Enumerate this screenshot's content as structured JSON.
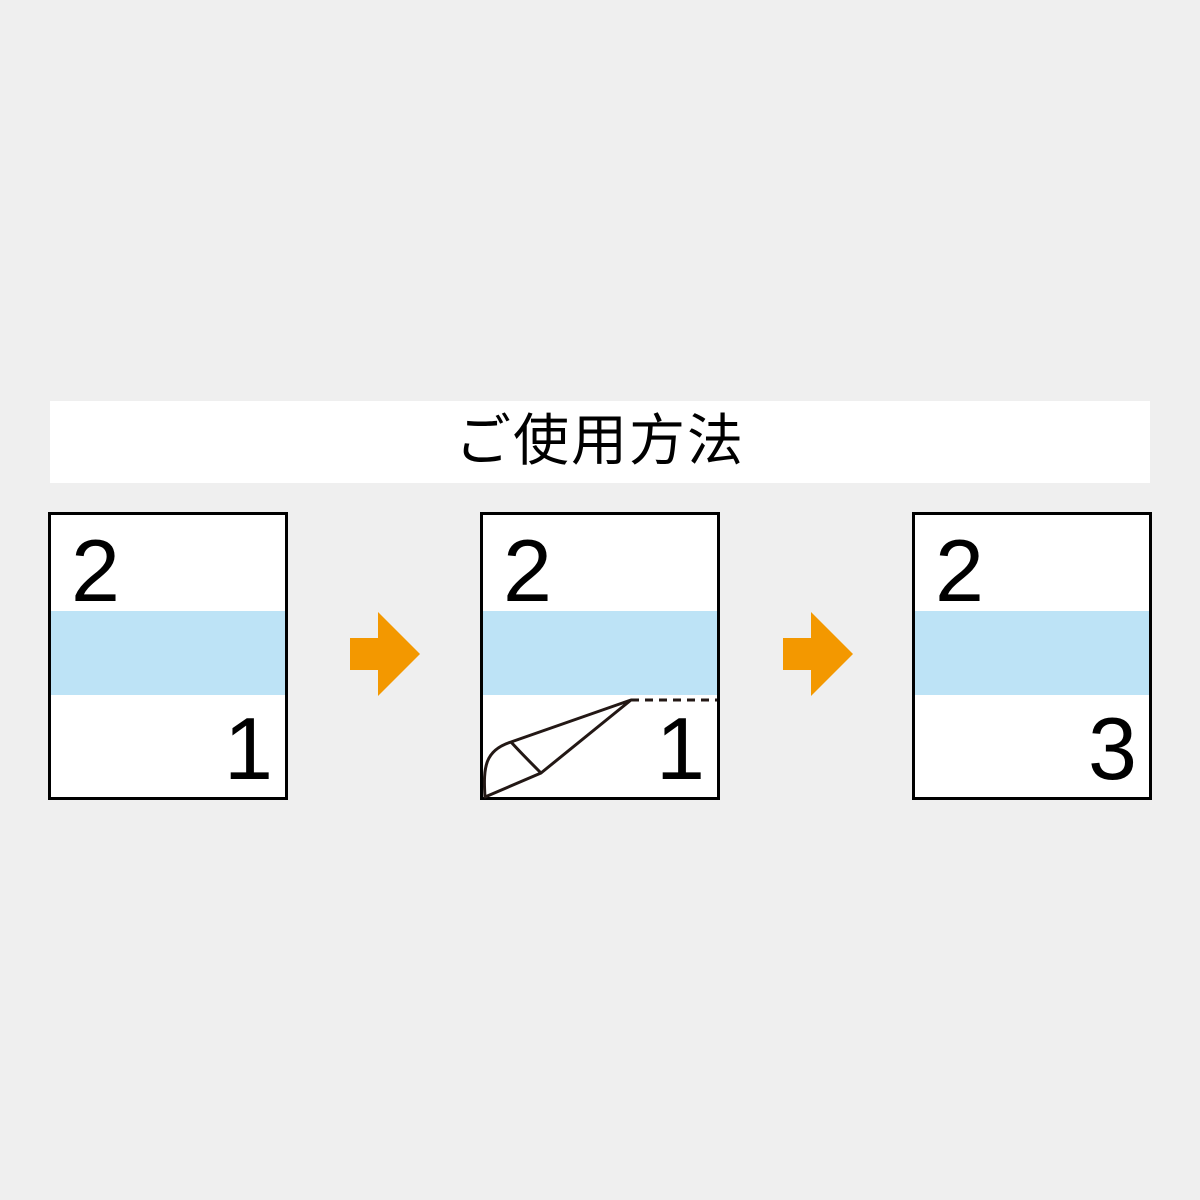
{
  "title": "ご使用方法",
  "colors": {
    "background": "#efefef",
    "band": "#bde3f6",
    "arrow": "#f39800",
    "border": "#000000"
  },
  "steps": [
    {
      "top_number": "2",
      "bottom_number": "1"
    },
    {
      "top_number": "2",
      "bottom_number": "1",
      "peel": true
    },
    {
      "top_number": "2",
      "bottom_number": "3"
    }
  ],
  "icons": [
    "arrow-right-icon",
    "peel-corner-icon"
  ]
}
